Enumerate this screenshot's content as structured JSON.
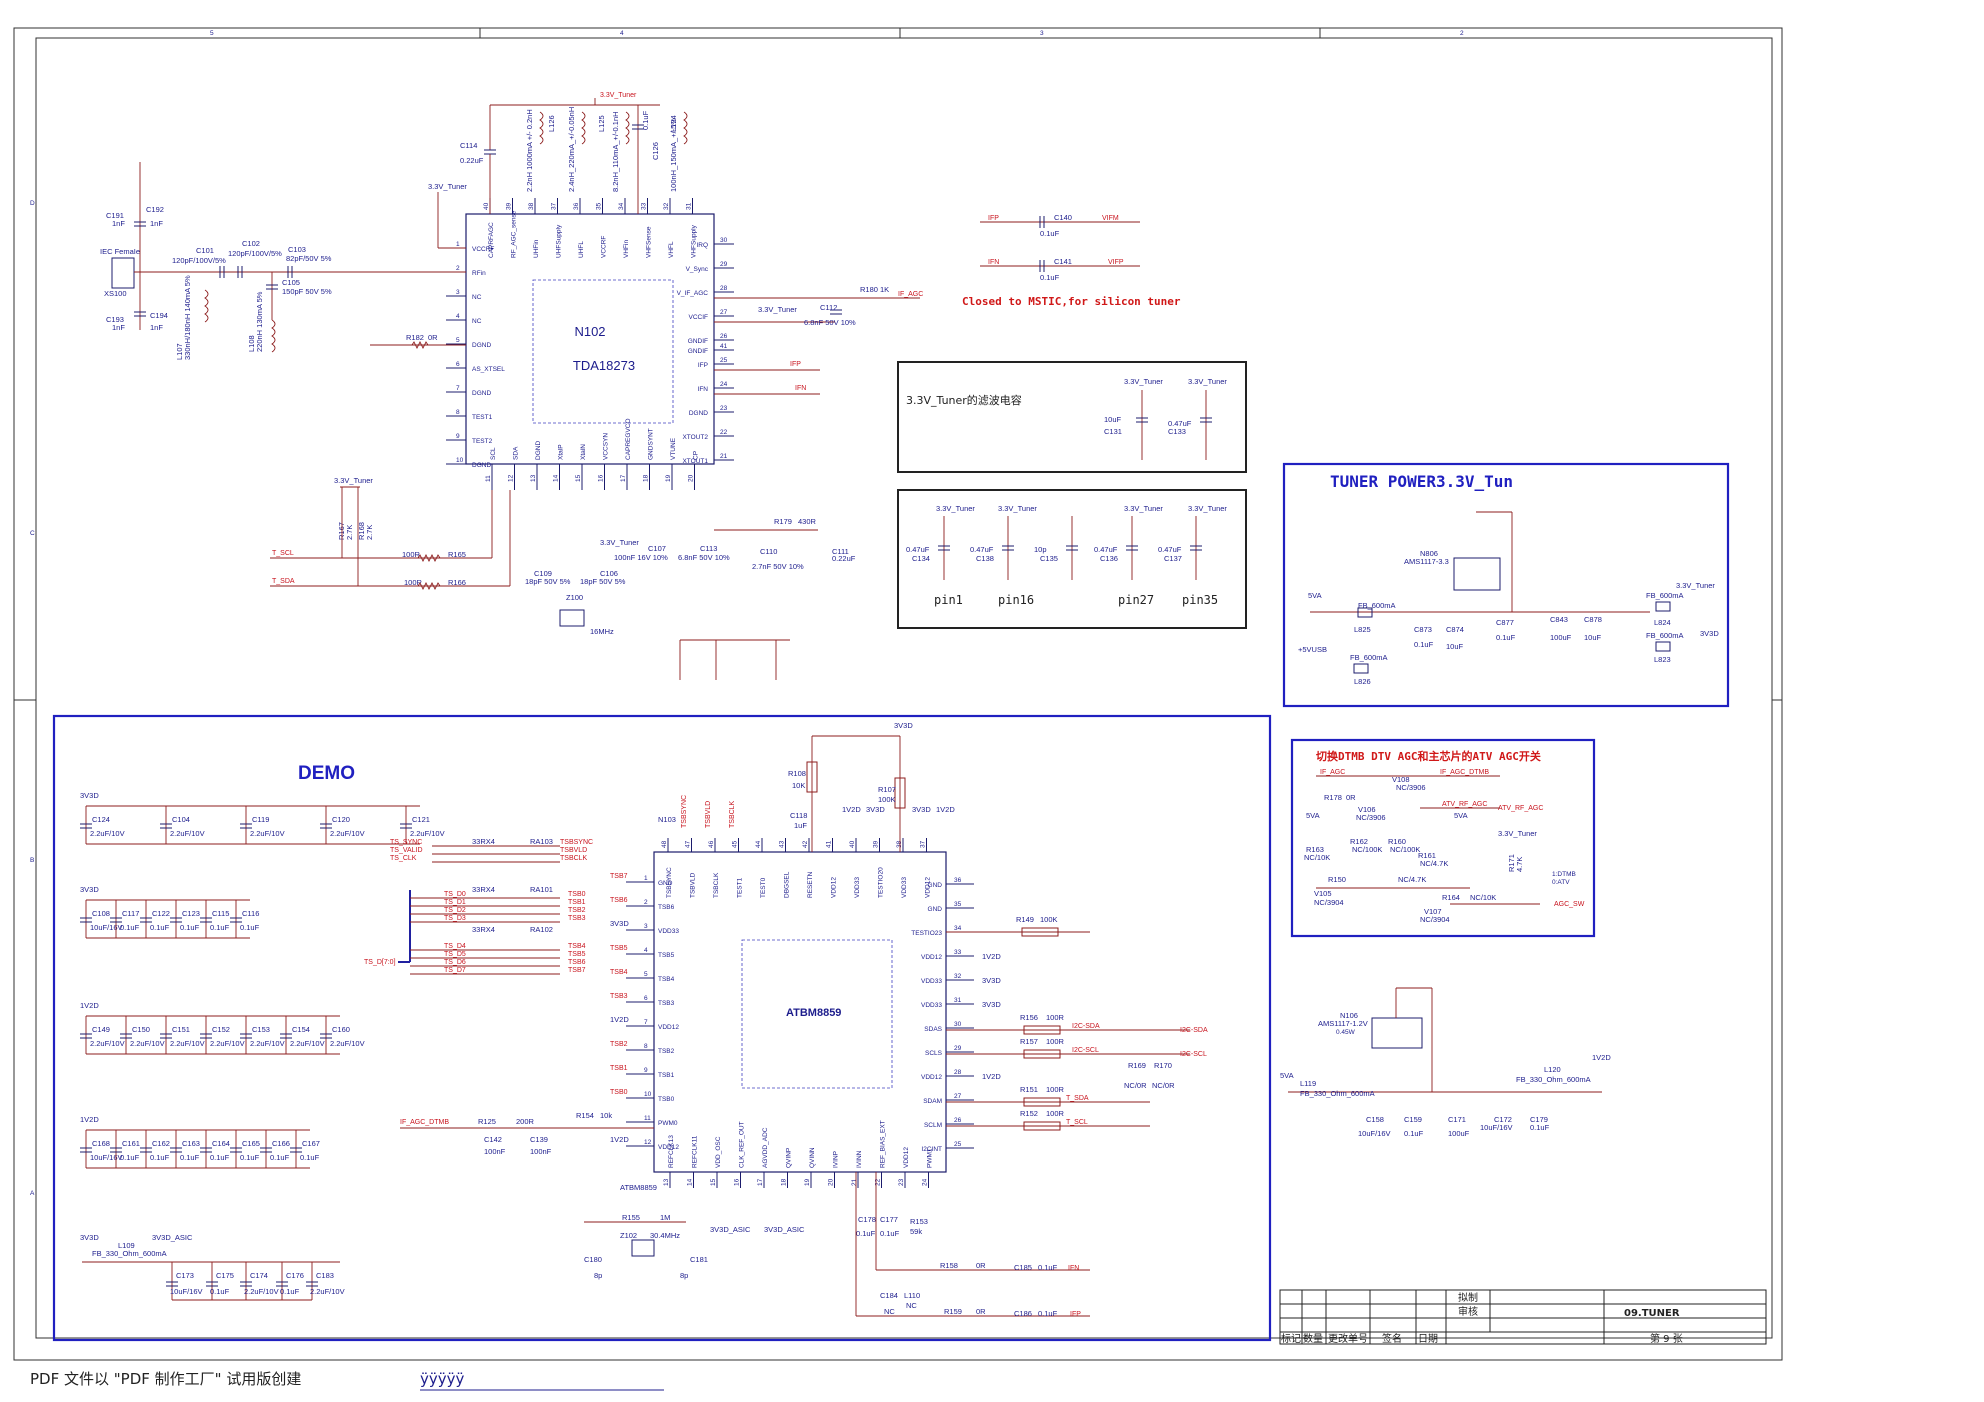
{
  "tuner": {
    "chip_ref": "N102",
    "chip_name": "TDA18273",
    "left_pins": [
      {
        "n": "1",
        "name": "VCCRF"
      },
      {
        "n": "2",
        "name": "RFin"
      },
      {
        "n": "3",
        "name": "NC"
      },
      {
        "n": "4",
        "name": "NC"
      },
      {
        "n": "5",
        "name": "DGND"
      },
      {
        "n": "6",
        "name": "AS_XTSEL"
      },
      {
        "n": "7",
        "name": "DGND"
      },
      {
        "n": "8",
        "name": "TEST1"
      },
      {
        "n": "9",
        "name": "TEST2"
      },
      {
        "n": "10",
        "name": "DGND"
      }
    ],
    "right_pins": [
      {
        "n": "30",
        "name": "IRQ"
      },
      {
        "n": "29",
        "name": "V_Sync"
      },
      {
        "n": "28",
        "name": "V_IF_AGC"
      },
      {
        "n": "27",
        "name": "VCCIF"
      },
      {
        "n": "26",
        "name": "GNDIF"
      },
      {
        "n": "41",
        "name": "GNDIF"
      },
      {
        "n": "25",
        "name": "IFP"
      },
      {
        "n": "24",
        "name": "IFN"
      },
      {
        "n": "23",
        "name": "DGND"
      },
      {
        "n": "22",
        "name": "XTOUT2"
      },
      {
        "n": "21",
        "name": "XTOUT1"
      }
    ],
    "top_pins": [
      {
        "n": "40",
        "name": "CAPRFAGC"
      },
      {
        "n": "39",
        "name": "RF_AGC_sense"
      },
      {
        "n": "38",
        "name": "UHFin"
      },
      {
        "n": "37",
        "name": "UHFSupply"
      },
      {
        "n": "36",
        "name": "UHFL"
      },
      {
        "n": "35",
        "name": "VCCRF"
      },
      {
        "n": "34",
        "name": "VHFin"
      },
      {
        "n": "33",
        "name": "VHFSense"
      },
      {
        "n": "32",
        "name": "VHFL"
      },
      {
        "n": "31",
        "name": "VHFSupply"
      }
    ],
    "bottom_pins": [
      {
        "n": "11",
        "name": "SCL"
      },
      {
        "n": "12",
        "name": "SDA"
      },
      {
        "n": "13",
        "name": "DGND"
      },
      {
        "n": "14",
        "name": "XtalP"
      },
      {
        "n": "15",
        "name": "XtalN"
      },
      {
        "n": "16",
        "name": "VCCSYN"
      },
      {
        "n": "17",
        "name": "CAPREGVCO"
      },
      {
        "n": "18",
        "name": "GNDSYNT"
      },
      {
        "n": "19",
        "name": "VTUNE"
      },
      {
        "n": "20",
        "name": "CP"
      }
    ],
    "top_inductors": [
      "2.2nH 1000mA +/- 0.2nH",
      "2.4nH_220mA_+/-0.05nH",
      "8.2nH_110mA_+/-0.1nH",
      "100nH_150mA_+/-5%"
    ],
    "inductor_refs": [
      "L126",
      "L125",
      "L124"
    ],
    "labels": {
      "c114": "C114",
      "c114_val": "0.22uF",
      "pwr": "3.3V_Tuner",
      "iec": "IEC FemaIe",
      "xs100": "XS100",
      "c191": "C191",
      "c191v": "1nF",
      "c192": "C192",
      "c192v": "1nF",
      "c193": "C193",
      "c193v": "1nF",
      "c194": "C194",
      "c194v": "1nF",
      "c101": "C101",
      "c101v": "120pF/100V/5%",
      "c102": "C102",
      "c102v": "120pF/100V/5%",
      "c103": "C103",
      "c103v": "82pF/50V 5%",
      "c105": "C105",
      "c105v": "150pF 50V 5%",
      "l107": "L107",
      "l107v": "330nH/180nH 140mA 5%",
      "l108": "L108",
      "l108v": "220nH 130mA 5%",
      "r182": "R182",
      "r182v": "0R",
      "r180": "R180",
      "r180v": "1K",
      "if_agc": "IF_AGC",
      "c112": "C112",
      "c112v": "6.8nF 50V 10%",
      "ifp": "IFP",
      "ifn": "IFN",
      "r167": "R167",
      "r167v": "2.7K",
      "r168": "R168",
      "r168v": "2.7K",
      "t_scl": "T_SCL",
      "t_sda": "T_SDA",
      "r165": "R165",
      "r165v": "100R",
      "r166": "R166",
      "r166v": "100R",
      "c109": "C109",
      "c109v": "18pF 50V 5%",
      "c106": "C106",
      "c106v": "18pF 50V 5%",
      "z100": "Z100",
      "z100v": "16MHz",
      "c107": "C107",
      "c107v": "100nF 16V 10%",
      "c113": "C113",
      "c113v": "6.8nF 50V 10%",
      "c110": "C110",
      "c110v": "2.7nF 50V 10%",
      "r179": "R179",
      "r179v": "430R",
      "c111": "C111",
      "c111v": "0.22uF",
      "c126": "C126",
      "c126v": "0.1uF"
    }
  },
  "ifbox": {
    "c140": "C140",
    "c140v": "0.1uF",
    "vifm": "VIFM",
    "c141": "C141",
    "c141v": "0.1uF",
    "vifp": "VIFP",
    "ifp": "IFP",
    "ifn": "IFN",
    "note": "Closed to MSTIC,for silicon tuner"
  },
  "filter_box": {
    "title": "3.3V_Tuner的滤波电容",
    "pwr": "3.3V_Tuner",
    "c131": "C131",
    "c131v": "10uF",
    "c133": "C133",
    "c133v": "0.47uF"
  },
  "pins_box": {
    "pwr": "3.3V_Tuner",
    "caps": [
      {
        "ref": "C134",
        "val": "0.47uF"
      },
      {
        "ref": "C138",
        "val": "0.47uF"
      },
      {
        "ref": "C135",
        "val": "10p"
      },
      {
        "ref": "C136",
        "val": "0.47uF"
      },
      {
        "ref": "C137",
        "val": "0.47uF"
      }
    ],
    "pins": [
      "pin1",
      "pin16",
      "pin27",
      "pin35"
    ]
  },
  "tuner_power": {
    "title": "TUNER POWER3.3V_Tun",
    "n806": "N806",
    "n806v": "AMS1117-3.3",
    "src5va": "5VA",
    "src5vusb": "+5VUSB",
    "l825": "L825",
    "l825v": "FB_600mA",
    "l826": "L826",
    "l826v": "FB_600mA",
    "l824": "L824",
    "l824v": "FB_600mA",
    "l823": "L823",
    "l823v": "FB_600mA",
    "pwr": "3.3V_Tuner",
    "v3d": "3V3D",
    "c873": "C873",
    "c873v": "0.1uF",
    "c874": "C874",
    "c874v": "10uF",
    "c877": "C877",
    "c877v": "0.1uF",
    "c843": "C843",
    "c843v": "100uF",
    "c878": "C878",
    "c878v": "10uF"
  },
  "agc_switch": {
    "title": "切换DTMB DTV AGC和主芯片的ATV AGC开关",
    "if_agc": "IF_AGC",
    "if_agc_dtmb": "IF_AGC_DTMB",
    "v108": "V108",
    "v108v": "NC/3906",
    "r178": "R178",
    "r178v": "0R",
    "v106": "V106",
    "v106v": "NC/3906",
    "atv_rf": "ATV_RF_AGC",
    "v5a": "5VA",
    "r163": "R163",
    "r163v": "NC/10K",
    "r162": "R162",
    "r162v": "NC/100K",
    "r160": "R160",
    "r160v": "NC/100K",
    "r161": "R161",
    "r161v": "NC/4.7K",
    "r150": "R150",
    "r150v": "NC/4.7K",
    "v105": "V105",
    "v105v": "NC/3904",
    "v107": "V107",
    "v107v": "NC/3904",
    "r164": "R164",
    "r164v": "NC/10K",
    "pwr": "3.3V_Tuner",
    "r171": "R171",
    "r171v": "4.7K",
    "agc_sw": "AGC_SW",
    "note1": "1:DTMB",
    "note2": "0:ATV"
  },
  "ldo12": {
    "n106": "N106",
    "n106v": "AMS1117-1.2V",
    "n106n": "0.45W",
    "src": "5VA",
    "l119": "L119",
    "l119v": "FB_330_Ohm_600mA",
    "l120": "L120",
    "l120v": "FB_330_Ohm_600mA",
    "v12d": "1V2D",
    "c158": "C158",
    "c158v": "10uF/16V",
    "c159": "C159",
    "c159v": "0.1uF",
    "c171": "C171",
    "c171v": "100uF",
    "c172": "C172",
    "c172v": "10uF/16V",
    "c179": "C179",
    "c179v": "0.1uF"
  },
  "demo": {
    "title": "DEMO",
    "chip_ref": "N103",
    "chip_name": "ATBM8859",
    "chip_ref2": "ATBM8859",
    "left_pins": [
      {
        "n": "1",
        "name": "GND"
      },
      {
        "n": "2",
        "name": "TSB6"
      },
      {
        "n": "3",
        "name": "VDD33"
      },
      {
        "n": "4",
        "name": "TSB5"
      },
      {
        "n": "5",
        "name": "TSB4"
      },
      {
        "n": "6",
        "name": "TSB3"
      },
      {
        "n": "7",
        "name": "VDD12"
      },
      {
        "n": "8",
        "name": "TSB2"
      },
      {
        "n": "9",
        "name": "TSB1"
      },
      {
        "n": "10",
        "name": "TSB0"
      },
      {
        "n": "11",
        "name": "PWM0"
      },
      {
        "n": "12",
        "name": "VDD12"
      }
    ],
    "left_nets": [
      "TSB7",
      "TSB6",
      "3V3D",
      "TSB5",
      "TSB4",
      "TSB3",
      "1V2D",
      "TSB2",
      "TSB1",
      "TSB0",
      "",
      "1V2D"
    ],
    "right_pins": [
      {
        "n": "36",
        "name": "GND"
      },
      {
        "n": "35",
        "name": "GND"
      },
      {
        "n": "34",
        "name": "TESTIO23"
      },
      {
        "n": "33",
        "name": "VDD12"
      },
      {
        "n": "32",
        "name": "VDD33"
      },
      {
        "n": "31",
        "name": "VDD33"
      },
      {
        "n": "30",
        "name": "SDAS"
      },
      {
        "n": "29",
        "name": "SCLS"
      },
      {
        "n": "28",
        "name": "VDD12"
      },
      {
        "n": "27",
        "name": "SDAM"
      },
      {
        "n": "26",
        "name": "SCLM"
      },
      {
        "n": "25",
        "name": "I2CINT"
      }
    ],
    "right_nets": [
      "",
      "",
      "",
      "1V2D",
      "3V3D",
      "3V3D",
      "",
      "",
      "1V2D",
      "",
      "",
      ""
    ],
    "top_pins": [
      {
        "n": "48",
        "name": "TSBSYNC"
      },
      {
        "n": "47",
        "name": "TSBVLD"
      },
      {
        "n": "46",
        "name": "TSBCLK"
      },
      {
        "n": "45",
        "name": "TEST1"
      },
      {
        "n": "44",
        "name": "TEST0"
      },
      {
        "n": "43",
        "name": "DBGSEL"
      },
      {
        "n": "42",
        "name": "RESETN"
      },
      {
        "n": "41",
        "name": "VDD12"
      },
      {
        "n": "40",
        "name": "VDD33"
      },
      {
        "n": "39",
        "name": "TESTIO20"
      },
      {
        "n": "38",
        "name": "VDD33"
      },
      {
        "n": "37",
        "name": "VDD12"
      }
    ],
    "bottom_pins": [
      {
        "n": "13",
        "name": "REFCLK13"
      },
      {
        "n": "14",
        "name": "REFCLK11"
      },
      {
        "n": "15",
        "name": "VDD_OSC"
      },
      {
        "n": "16",
        "name": "CLK_REF_OUT"
      },
      {
        "n": "17",
        "name": "AGVDD_ADC"
      },
      {
        "n": "18",
        "name": "QVINP"
      },
      {
        "n": "19",
        "name": "QVINN"
      },
      {
        "n": "20",
        "name": "IVINP"
      },
      {
        "n": "21",
        "name": "IVINN"
      },
      {
        "n": "22",
        "name": "REF_BIAS_EXT"
      },
      {
        "n": "23",
        "name": "VDD12"
      },
      {
        "n": "24",
        "name": "PWM1"
      }
    ],
    "tsb_top": [
      "TSBSYNC",
      "TSBVLD",
      "TSBCLK"
    ],
    "top_pwr": [
      "1V2D",
      "3V3D",
      "3V3D",
      "1V2D"
    ],
    "v3d_top": "3V3D",
    "r108": "R108",
    "r108v": "10K",
    "r107": "R107",
    "r107v": "100K",
    "c118": "C118",
    "c118v": "1uF",
    "r149": "R149",
    "r149v": "100K",
    "r156": "R156",
    "r156v": "100R",
    "i2c_sda": "I2C-SDA",
    "r157": "R157",
    "r157v": "100R",
    "i2c_scl": "I2C-SCL",
    "r169": "R169",
    "r170": "R170",
    "r169v": "NC/0R",
    "r170v": "NC/0R",
    "r151": "R151",
    "r151v": "100R",
    "t_sda": "T_SDA",
    "r152": "R152",
    "r152v": "100R",
    "t_scl": "T_SCL",
    "ts_sync": "TS_SYNC",
    "ts_valid": "TS_VALID",
    "ts_clk": "TS_CLK",
    "ra103": "RA103",
    "ra103v": "33RX4",
    "ra101": "RA101",
    "ra101v": "33RX4",
    "ra102": "RA102",
    "ra102v": "33RX4",
    "tsb_right": [
      "TSBSYNC",
      "TSBVLD",
      "TSBCLK"
    ],
    "ts_d_left": [
      "TS_D0",
      "TS_D1",
      "TS_D2",
      "TS_D3",
      "TS_D4",
      "TS_D5",
      "TS_D6",
      "TS_D7"
    ],
    "tsb_right_d": [
      "TSB0",
      "TSB1",
      "TSB2",
      "TSB3",
      "TSB4",
      "TSB5",
      "TSB6",
      "TSB7"
    ],
    "ts_bus": "TS_D[7:0]",
    "if_agc_dtmb": "IF_AGC_DTMB",
    "r125": "R125",
    "r125v": "200R",
    "r154": "R154",
    "r154v": "10k",
    "c142": "C142",
    "c142v": "100nF",
    "c139": "C139",
    "c139v": "100nF",
    "r155": "R155",
    "r155v": "1M",
    "z102": "Z102",
    "z102v": "30.4MHz",
    "c180": "C180",
    "c180v": "8p",
    "c181": "C181",
    "c181v": "8p",
    "v3d_asic": "3V3D_ASIC",
    "c178": "C178",
    "c178v": "0.1uF",
    "c177": "C177",
    "c177v": "0.1uF",
    "r153": "R153",
    "r153v": "59k",
    "r158": "R158",
    "r158v": "0R",
    "c185": "C185",
    "c185v": "0.1uF",
    "ifn": "IFN",
    "c184": "C184",
    "c184v": "NC",
    "l110": "L110",
    "l110v": "NC",
    "r159": "R159",
    "r159v": "0R",
    "c186": "C186",
    "c186v": "0.1uF",
    "ifp": "IFP",
    "cap_rows": [
      {
        "net": "3V3D",
        "caps": [
          {
            "ref": "C124",
            "val": "2.2uF/10V"
          },
          {
            "ref": "C104",
            "val": "2.2uF/10V"
          },
          {
            "ref": "C119",
            "val": "2.2uF/10V"
          },
          {
            "ref": "C120",
            "val": "2.2uF/10V"
          },
          {
            "ref": "C121",
            "val": "2.2uF/10V"
          }
        ]
      },
      {
        "net": "3V3D",
        "caps": [
          {
            "ref": "C108",
            "val": "10uF/16V"
          },
          {
            "ref": "C117",
            "val": "0.1uF"
          },
          {
            "ref": "C122",
            "val": "0.1uF"
          },
          {
            "ref": "C123",
            "val": "0.1uF"
          },
          {
            "ref": "C115",
            "val": "0.1uF"
          },
          {
            "ref": "C116",
            "val": "0.1uF"
          }
        ]
      },
      {
        "net": "1V2D",
        "caps": [
          {
            "ref": "C149",
            "val": "2.2uF/10V"
          },
          {
            "ref": "C150",
            "val": "2.2uF/10V"
          },
          {
            "ref": "C151",
            "val": "2.2uF/10V"
          },
          {
            "ref": "C152",
            "val": "2.2uF/10V"
          },
          {
            "ref": "C153",
            "val": "2.2uF/10V"
          },
          {
            "ref": "C154",
            "val": "2.2uF/10V"
          },
          {
            "ref": "C160",
            "val": "2.2uF/10V"
          }
        ]
      },
      {
        "net": "1V2D",
        "caps": [
          {
            "ref": "C168",
            "val": "10uF/16V"
          },
          {
            "ref": "C161",
            "val": "0.1uF"
          },
          {
            "ref": "C162",
            "val": "0.1uF"
          },
          {
            "ref": "C163",
            "val": "0.1uF"
          },
          {
            "ref": "C164",
            "val": "0.1uF"
          },
          {
            "ref": "C165",
            "val": "0.1uF"
          },
          {
            "ref": "C166",
            "val": "0.1uF"
          },
          {
            "ref": "C167",
            "val": "0.1uF"
          }
        ]
      }
    ],
    "asic": {
      "src": "3V3D",
      "dst": "3V3D_ASIC",
      "l109": "L109",
      "l109v": "FB_330_Ohm_600mA",
      "caps": [
        {
          "ref": "C173",
          "val": "10uF/16V"
        },
        {
          "ref": "C175",
          "val": "0.1uF"
        },
        {
          "ref": "C174",
          "val": "2.2uF/10V"
        },
        {
          "ref": "C176",
          "val": "0.1uF"
        },
        {
          "ref": "C183",
          "val": "2.2uF/10V"
        }
      ]
    }
  },
  "titleblock": {
    "draw": "拟制",
    "review": "审核",
    "sheet_title": "09.TUNER",
    "cols": [
      "标记",
      "数量",
      "更改单号",
      "签名",
      "日期"
    ],
    "page": "第  9  张"
  },
  "footer": {
    "text": "PDF 文件以 \"PDF 制作工厂\" 试用版创建",
    "link": "ÿÿÿÿÿ"
  },
  "border": {
    "top_nums": [
      "5",
      "4",
      "3",
      "2"
    ],
    "side_letters": [
      "D",
      "C",
      "B",
      "A"
    ]
  }
}
